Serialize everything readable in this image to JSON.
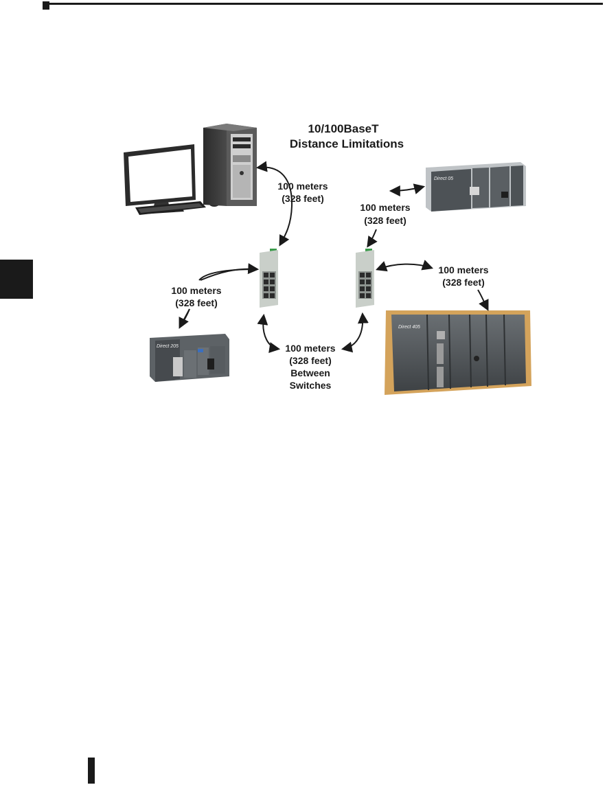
{
  "diagram": {
    "title_line1": "10/100BaseT",
    "title_line2": "Distance Limitations",
    "labels": {
      "pc_switch": {
        "line1": "100 meters",
        "line2": "(328 feet)"
      },
      "switch_plc_left": {
        "line1": "100 meters",
        "line2": "(328 feet)"
      },
      "switch_plc_top": {
        "line1": "100 meters",
        "line2": "(328 feet)"
      },
      "switch_plc_right": {
        "line1": "100 meters",
        "line2": "(328 feet)"
      },
      "between_switches": {
        "line1": "100 meters",
        "line2": "(328 feet)",
        "line3": "Between",
        "line4": "Switches"
      }
    },
    "devices": {
      "plc_top_brand": "Direct 05",
      "plc_left_brand": "Direct 205",
      "plc_right_brand": "Direct 405"
    }
  }
}
